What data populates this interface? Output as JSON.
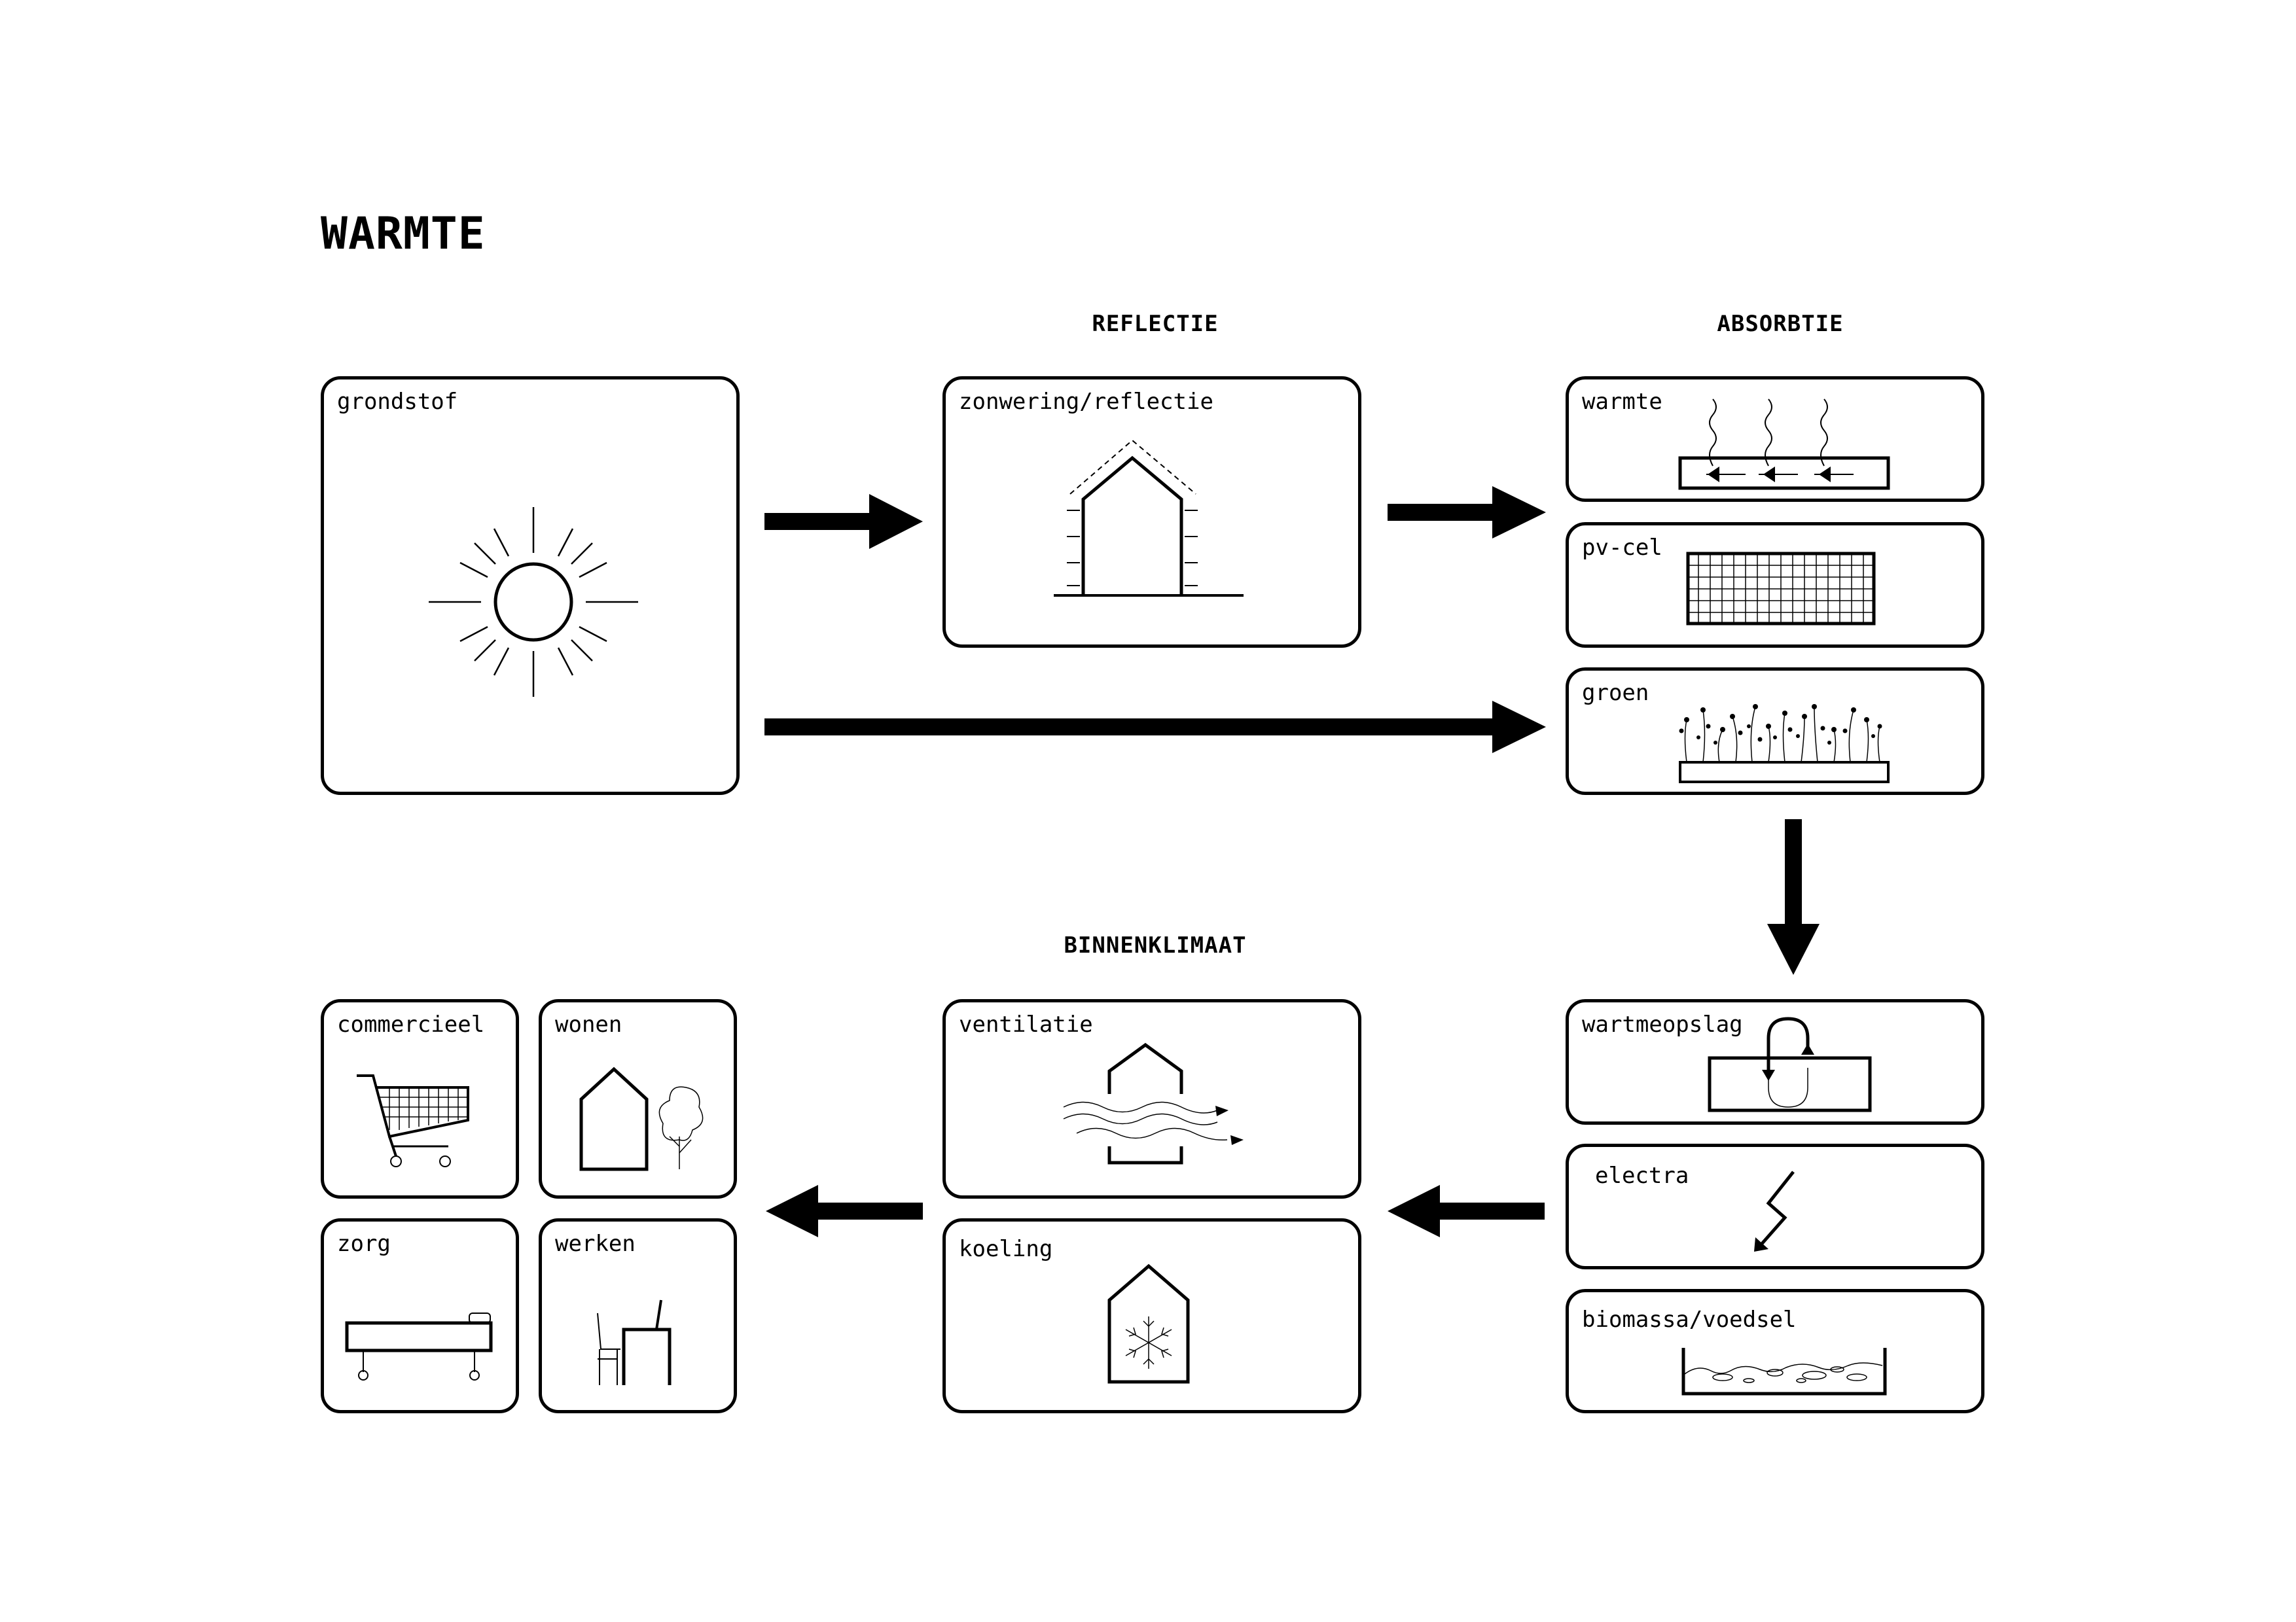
{
  "title": "WARMTE",
  "sections": {
    "reflectie": "REFLECTIE",
    "absorbtie": "ABSORBTIE",
    "binnenklimaat": "BINNENKLIMAAT"
  },
  "boxes": {
    "grondstof": "grondstof",
    "zonwering": "zonwering/reflectie",
    "warmte": "warmte",
    "pvcel": "pv-cel",
    "groen": "groen",
    "opslag": "wartmeopslag",
    "electra": "electra",
    "biomassa": "biomassa/voedsel",
    "ventilatie": "ventilatie",
    "koeling": "koeling",
    "commercieel": "commercieel",
    "wonen": "wonen",
    "zorg": "zorg",
    "werken": "werken"
  },
  "icons": {
    "grondstof": "sun-icon",
    "zonwering": "house-reflection-icon",
    "warmte": "heat-absorption-icon",
    "pvcel": "solar-panel-icon",
    "groen": "green-roof-icon",
    "opslag": "heat-storage-icon",
    "electra": "lightning-icon",
    "biomassa": "biomass-icon",
    "ventilatie": "ventilation-house-icon",
    "koeling": "cooling-house-icon",
    "commercieel": "shopping-cart-icon",
    "wonen": "house-tree-icon",
    "zorg": "hospital-bed-icon",
    "werken": "desk-chair-icon"
  }
}
